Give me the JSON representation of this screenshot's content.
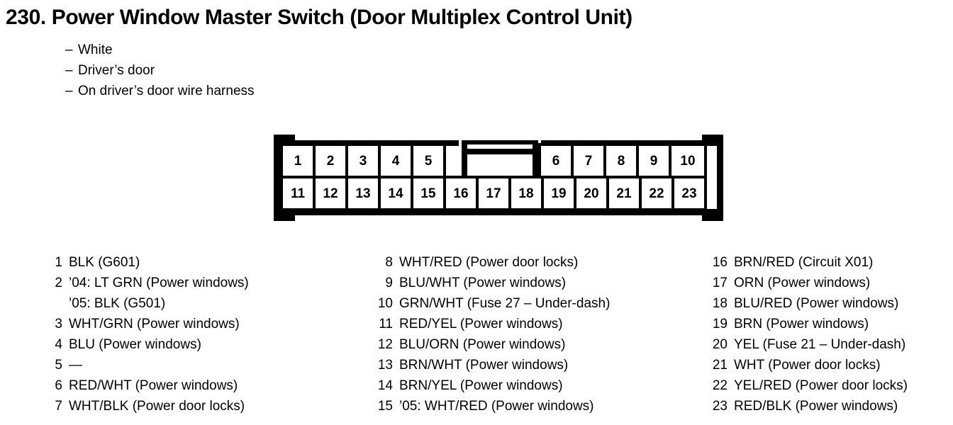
{
  "header": {
    "title": "230. Power Window Master Switch (Door Multiplex Control Unit)",
    "bullets": [
      {
        "dash": "–",
        "text": "White"
      },
      {
        "dash": "–",
        "text": "Driver’s door"
      },
      {
        "dash": "–",
        "text": "On driver’s door wire harness"
      }
    ]
  },
  "connector": {
    "top_row_left": [
      "1",
      "2",
      "3",
      "4",
      "5"
    ],
    "top_row_right": [
      "6",
      "7",
      "8",
      "9",
      "10"
    ],
    "bottom_row": [
      "11",
      "12",
      "13",
      "14",
      "15",
      "16",
      "17",
      "18",
      "19",
      "20",
      "21",
      "22",
      "23"
    ]
  },
  "legend": {
    "column1": [
      {
        "num": "1",
        "desc": "BLK (G601)",
        "continuation": false
      },
      {
        "num": "2",
        "desc": "’04: LT GRN (Power windows)",
        "continuation": false
      },
      {
        "num": "2",
        "desc": "’05: BLK (G501)",
        "continuation": true
      },
      {
        "num": "3",
        "desc": "WHT/GRN (Power windows)",
        "continuation": false
      },
      {
        "num": "4",
        "desc": "BLU (Power windows)",
        "continuation": false
      },
      {
        "num": "5",
        "desc": "—",
        "continuation": false
      },
      {
        "num": "6",
        "desc": "RED/WHT (Power windows)",
        "continuation": false
      },
      {
        "num": "7",
        "desc": "WHT/BLK (Power door locks)",
        "continuation": false
      }
    ],
    "column2": [
      {
        "num": "8",
        "desc": "WHT/RED (Power door locks)",
        "continuation": false
      },
      {
        "num": "9",
        "desc": "BLU/WHT (Power windows)",
        "continuation": false
      },
      {
        "num": "10",
        "desc": "GRN/WHT (Fuse 27 – Under-dash)",
        "continuation": false
      },
      {
        "num": "11",
        "desc": "RED/YEL (Power windows)",
        "continuation": false
      },
      {
        "num": "12",
        "desc": "BLU/ORN (Power windows)",
        "continuation": false
      },
      {
        "num": "13",
        "desc": "BRN/WHT (Power windows)",
        "continuation": false
      },
      {
        "num": "14",
        "desc": "BRN/YEL (Power windows)",
        "continuation": false
      },
      {
        "num": "15",
        "desc": "’05: WHT/RED (Power windows)",
        "continuation": false
      }
    ],
    "column3": [
      {
        "num": "16",
        "desc": "BRN/RED (Circuit X01)",
        "continuation": false
      },
      {
        "num": "17",
        "desc": "ORN (Power windows)",
        "continuation": false
      },
      {
        "num": "18",
        "desc": "BLU/RED (Power windows)",
        "continuation": false
      },
      {
        "num": "19",
        "desc": "BRN (Power windows)",
        "continuation": false
      },
      {
        "num": "20",
        "desc": "YEL (Fuse 21 – Under-dash)",
        "continuation": false
      },
      {
        "num": "21",
        "desc": "WHT (Power door locks)",
        "continuation": false
      },
      {
        "num": "22",
        "desc": "YEL/RED (Power door locks)",
        "continuation": false
      },
      {
        "num": "23",
        "desc": "RED/BLK (Power windows)",
        "continuation": false
      }
    ]
  },
  "colors": {
    "ink": "#000000",
    "paper": "#ffffff"
  }
}
